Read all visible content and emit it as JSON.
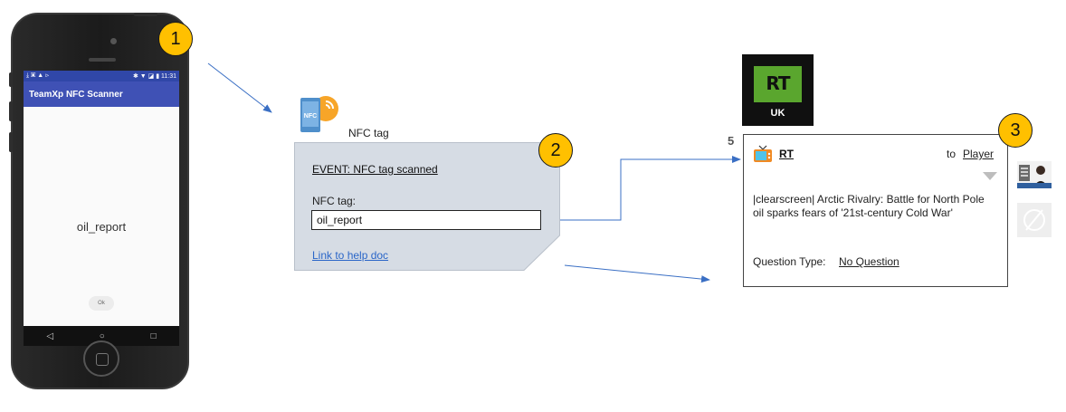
{
  "steps": {
    "one": "1",
    "two": "2",
    "three": "3"
  },
  "phone": {
    "status_left": "⤓ ▣ ▲ ⊳",
    "status_right": "✱ ▼ ◪ ▮ 11:31",
    "app_title": "TeamXp NFC Scanner",
    "scanned_text": "oil_report",
    "ok_button": "Ok",
    "nav_back": "◁",
    "nav_home": "○",
    "nav_recent": "□"
  },
  "nfc_node": {
    "icon_label": "NFC",
    "title": "NFC tag",
    "event": "EVENT: NFC tag scanned",
    "field_label": "NFC tag:",
    "field_value": "oil_report",
    "help_link": "Link to help doc"
  },
  "rt_logo": {
    "mark": "RT",
    "region": "UK"
  },
  "rt_card": {
    "step_number": "5",
    "channel": "RT",
    "to_label": "to",
    "target": "Player",
    "text": "|clearscreen| Arctic Rivalry: Battle for North Pole oil sparks fears of '21st-century Cold War'",
    "question_type_label": "Question Type:",
    "question_type_value": "No Question"
  },
  "icons": {
    "nfc": "nfc-tag-icon",
    "tv": "tv-icon",
    "thumbnail": "video-thumbnail",
    "empty": "empty-set-icon"
  },
  "colors": {
    "badge": "#ffc000",
    "arrow": "#3a6fc4",
    "panel": "#d6dce4",
    "app_bar": "#3f51b5",
    "rt_green": "#5aa62e",
    "link": "#2a66c8"
  }
}
